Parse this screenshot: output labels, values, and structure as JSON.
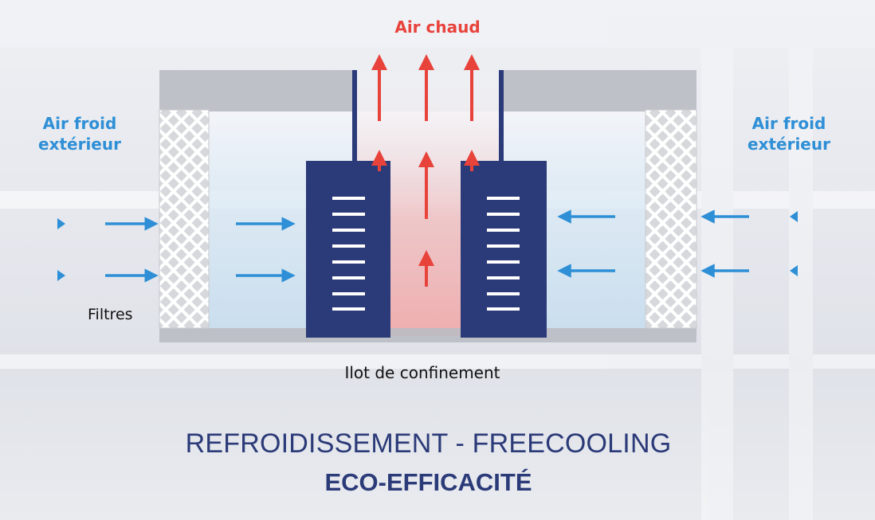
{
  "labels": {
    "hot_air": "Air chaud",
    "cold_air_left_line1": "Air froid",
    "cold_air_left_line2": "extérieur",
    "cold_air_right_line1": "Air froid",
    "cold_air_right_line2": "extérieur",
    "filters": "Filtres",
    "containment_island": "Ilot de confinement"
  },
  "title": {
    "line1": "REFROIDISSEMENT - FREECOOLING",
    "line2": "ECO-EFFICACITÉ"
  },
  "colors": {
    "hot": "#e8433b",
    "cold": "#2e8fd6",
    "rack": "#2b3a78",
    "wall": "#b9bcc3"
  },
  "icons": [
    "hot-air-arrow-icon",
    "cold-air-arrow-icon",
    "filter-mesh-icon",
    "server-rack-icon"
  ]
}
